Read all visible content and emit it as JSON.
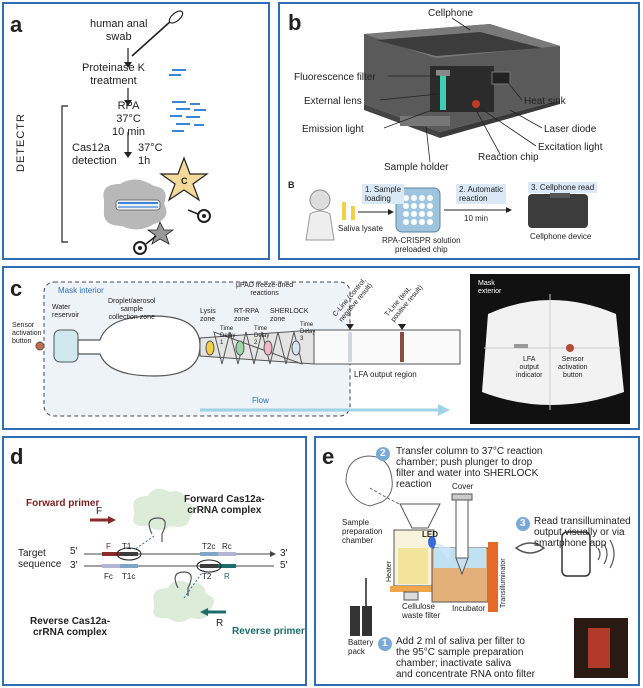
{
  "panel_a": {
    "label": "a",
    "swab": "human anal\nswab",
    "proteinase": "Proteinase K\ntreatment",
    "rpa": "RPA\n37°C\n10 min",
    "cas12a": "Cas12a\ndetection",
    "temp_time": "37°C\n1h",
    "detectr": "DETECTR",
    "star_c": "C"
  },
  "panel_b": {
    "label": "b",
    "cellphone": "Cellphone",
    "fluorescence_filter": "Fluorescence filter",
    "external_lens": "External lens",
    "heat_sink": "Heat sink",
    "emission_light": "Emission light",
    "laser_diode": "Laser diode",
    "excitation_light": "Excitation light",
    "reaction_chip": "Reaction chip",
    "sample_holder": "Sample holder",
    "sub_label": "B",
    "step1": "1. Sample\nloading",
    "step2": "2. Automatic\nreaction",
    "step3": "3. Cellphone read",
    "time": "10 min",
    "saliva": "Saliva lysate",
    "chip": "RPA-CRISPR solution\npreloaded chip",
    "device": "Cellphone device"
  },
  "panel_c": {
    "label": "c",
    "mask_interior": "Mask interior",
    "sensor_button": "Sensor\nactivation\nbutton",
    "water_reservoir": "Water\nreservoir",
    "collection_zone": "Droplet/aerosol\nsample\ncollection zone",
    "upad": "µPAD freeze-dried\nreactions",
    "lysis": "Lysis\nzone",
    "rtrpa": "RT-RPA\nzone",
    "sherlock": "SHERLOCK\nzone",
    "delay1": "Time\nDelay\n1",
    "delay2": "Time\nDelay\n2",
    "delay3": "Time\nDelay\n3",
    "c_line": "C-Line (control,\nnegative result)",
    "t_line": "T-Line (test,\npositive result)",
    "lfa_region": "LFA output region",
    "flow": "Flow",
    "mask_exterior": "Mask\nexterior",
    "lfa_indicator": "LFA\noutput\nindicator",
    "sensor_button2": "Sensor\nactivation\nbutton"
  },
  "panel_d": {
    "label": "d",
    "forward_primer": "Forward primer",
    "f": "F",
    "forward_complex": "Forward Cas12a-\ncrRNA complex",
    "target": "Target\nsequence",
    "five1": "5′",
    "three1": "3′",
    "three2": "3′",
    "five2": "5′",
    "F": "F",
    "T1": "T1",
    "T2c": "T2c",
    "Rc": "Rc",
    "Fc": "Fc",
    "T1c": "T1c",
    "T2": "T2",
    "R": "R",
    "reverse_complex": "Reverse Cas12a-\ncrRNA complex",
    "r": "R",
    "reverse_primer": "Reverse primer"
  },
  "panel_e": {
    "label": "e",
    "step2_num": "2",
    "step2": "Transfer column to 37°C reaction\nchamber; push plunger to drop\nfilter and water into SHERLOCK\nreaction",
    "cover": "Cover",
    "step3_num": "3",
    "step3": "Read transilluminated\noutput visually or via\nsmartphone app",
    "sample_chamber": "Sample\npreparation\nchamber",
    "led": "LED",
    "heater": "Heater",
    "transilluminator": "Transilluminator",
    "cellulose": "Cellulose\nwaste filter",
    "incubator": "Incubator",
    "battery": "Battery\npack",
    "step1_num": "1",
    "step1": "Add 2 ml of saliva per filter to\nthe 95°C sample preparation\nchamber; inactivate saliva\nand concentrate RNA onto filter"
  }
}
